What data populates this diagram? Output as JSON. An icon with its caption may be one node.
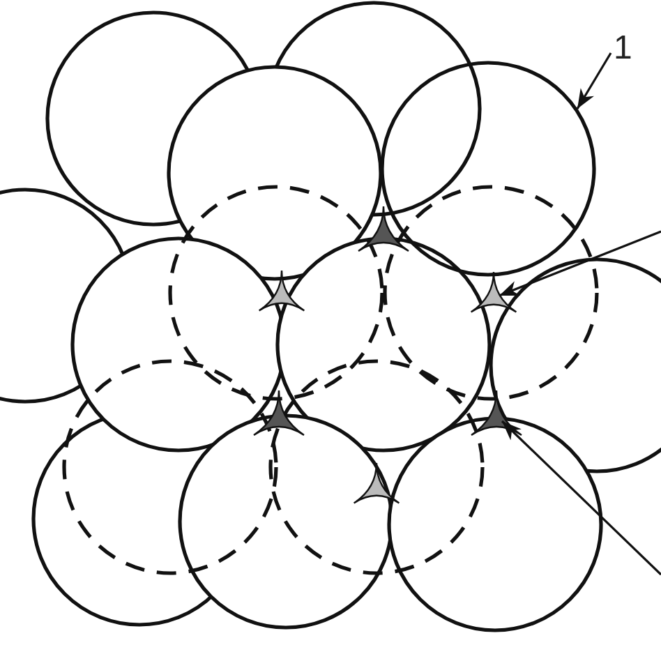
{
  "diagram": {
    "nodes": [
      {
        "text": [
          "1"
        ]
      },
      {
        "text": [],
        "shape": "circle"
      },
      {
        "text": [],
        "shape": "triangle"
      },
      {
        "text": [],
        "shape": "triangle"
      }
    ],
    "edges": [
      {
        "from": 0,
        "to": 1,
        "arrow": "to"
      },
      {
        "from": null,
        "to": 2,
        "arrow": "to"
      },
      {
        "from": null,
        "to": 3,
        "arrow": "to"
      }
    ]
  }
}
